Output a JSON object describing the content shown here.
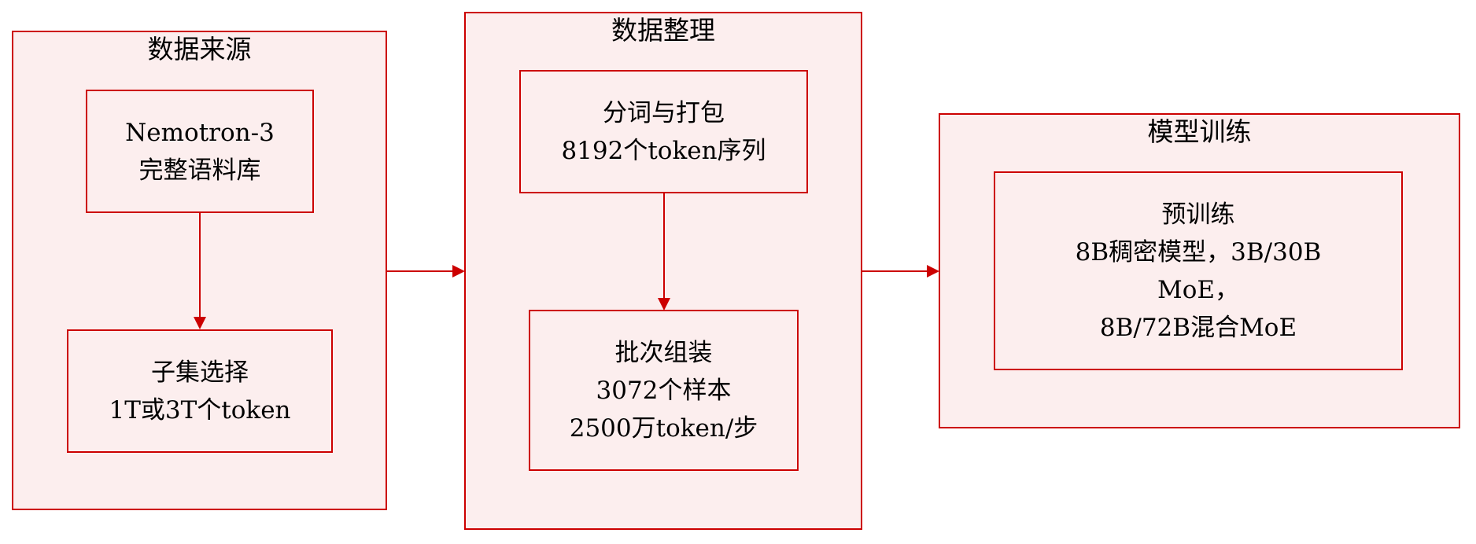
{
  "clusters": {
    "source": {
      "title": "数据来源"
    },
    "process": {
      "title": "数据整理"
    },
    "train": {
      "title": "模型训练"
    }
  },
  "nodes": {
    "corpus": {
      "lines": [
        "Nemotron-3",
        "完整语料库"
      ]
    },
    "subset": {
      "lines": [
        "子集选择",
        "1T或3T个token"
      ]
    },
    "tokenize": {
      "lines": [
        "分词与打包",
        "8192个token序列"
      ]
    },
    "batch": {
      "lines": [
        "批次组装",
        "3072个样本",
        "2500万token/步"
      ]
    },
    "pretrain": {
      "lines": [
        "预训练",
        "8B稠密模型，3B/30B",
        "MoE，",
        "8B/72B混合MoE"
      ]
    }
  },
  "colors": {
    "stroke": "#cc0000",
    "fill": "#fceeee",
    "text": "#000000"
  }
}
